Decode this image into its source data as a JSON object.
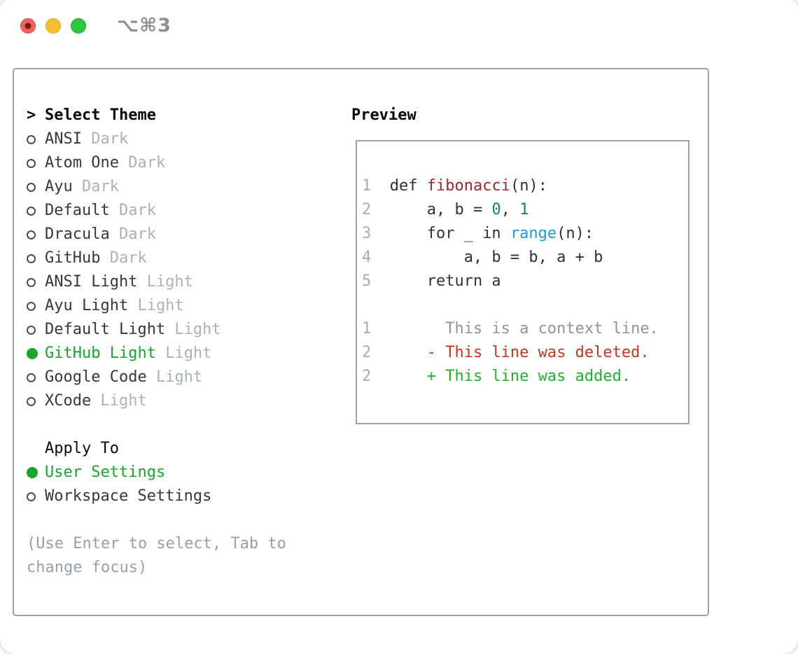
{
  "window": {
    "title": "⌥⌘3"
  },
  "theme_panel": {
    "cursor": ">",
    "header": "Select Theme",
    "items": [
      {
        "name": "ANSI",
        "tag": "Dark",
        "selected": false
      },
      {
        "name": "Atom One",
        "tag": "Dark",
        "selected": false
      },
      {
        "name": "Ayu",
        "tag": "Dark",
        "selected": false
      },
      {
        "name": "Default",
        "tag": "Dark",
        "selected": false
      },
      {
        "name": "Dracula",
        "tag": "Dark",
        "selected": false
      },
      {
        "name": "GitHub",
        "tag": "Dark",
        "selected": false
      },
      {
        "name": "ANSI Light",
        "tag": "Light",
        "selected": false
      },
      {
        "name": "Ayu Light",
        "tag": "Light",
        "selected": false
      },
      {
        "name": "Default Light",
        "tag": "Light",
        "selected": false
      },
      {
        "name": "GitHub Light",
        "tag": "Light",
        "selected": true
      },
      {
        "name": "Google Code",
        "tag": "Light",
        "selected": false
      },
      {
        "name": "XCode",
        "tag": "Light",
        "selected": false
      }
    ]
  },
  "apply_to": {
    "header": "Apply To",
    "options": [
      {
        "label": "User Settings",
        "selected": true
      },
      {
        "label": "Workspace Settings",
        "selected": false
      }
    ]
  },
  "footer": {
    "lines": [
      "(Use Enter to select, Tab to",
      "change focus)"
    ]
  },
  "preview": {
    "header": "Preview",
    "code_lines": [
      {
        "n": "1",
        "segs": [
          {
            "t": "  def ",
            "c": "pl"
          },
          {
            "t": "fibonacci",
            "c": "fn"
          },
          {
            "t": "(n):",
            "c": "pl"
          }
        ]
      },
      {
        "n": "2",
        "segs": [
          {
            "t": "      a, b = ",
            "c": "pl"
          },
          {
            "t": "0",
            "c": "num"
          },
          {
            "t": ", ",
            "c": "pl"
          },
          {
            "t": "1",
            "c": "num"
          }
        ]
      },
      {
        "n": "3",
        "segs": [
          {
            "t": "      for _ in ",
            "c": "pl"
          },
          {
            "t": "range",
            "c": "bi"
          },
          {
            "t": "(n):",
            "c": "pl"
          }
        ]
      },
      {
        "n": "4",
        "segs": [
          {
            "t": "          a, b = b, a + b",
            "c": "pl"
          }
        ]
      },
      {
        "n": "5",
        "segs": [
          {
            "t": "      return a",
            "c": "pl"
          }
        ]
      },
      {
        "n": null,
        "segs": []
      },
      {
        "n": "1",
        "segs": [
          {
            "t": "        This is a context line.",
            "c": "ctx"
          }
        ]
      },
      {
        "n": "2",
        "segs": [
          {
            "t": "      - This line was deleted.",
            "c": "del"
          }
        ]
      },
      {
        "n": "2",
        "segs": [
          {
            "t": "      + This line was added.",
            "c": "add"
          }
        ]
      }
    ]
  },
  "colors": {
    "selection_green": "#16a62c",
    "added_green": "#1db32c",
    "deleted_red": "#c83522",
    "function_red": "#a6242f",
    "number_teal": "#0f7f87",
    "builtin_blue": "#1d9bd7",
    "tag_gray": "#a8b1bd",
    "panel_border": "#99a1ac"
  }
}
